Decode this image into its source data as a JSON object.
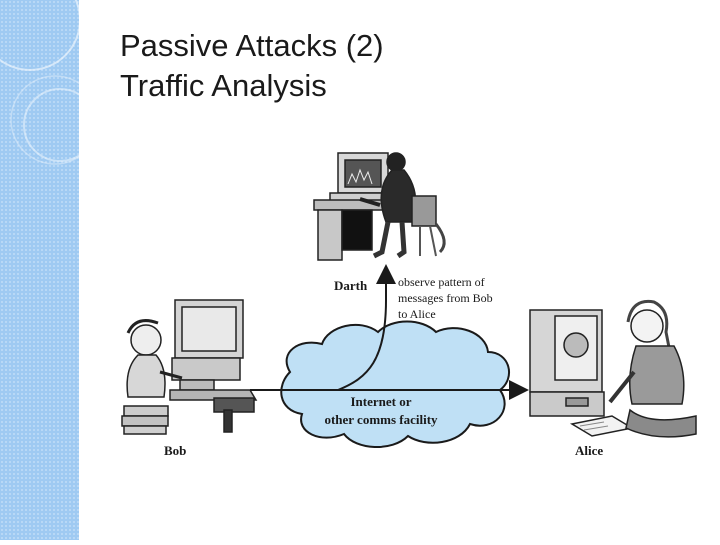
{
  "slide": {
    "title_line1": "Passive Attacks (2)",
    "title_line2": "Traffic Analysis"
  },
  "diagram": {
    "darth_label": "Darth",
    "observe_line1": "observe pattern of",
    "observe_line2": "messages from Bob",
    "observe_line3": "to Alice",
    "cloud_line1": "Internet or",
    "cloud_line2": "other comms facility",
    "bob_label": "Bob",
    "alice_label": "Alice"
  },
  "colors": {
    "side_band": "#9fcaf2",
    "cloud_fill": "#bfe0f5",
    "ink": "#1a1a1a"
  }
}
